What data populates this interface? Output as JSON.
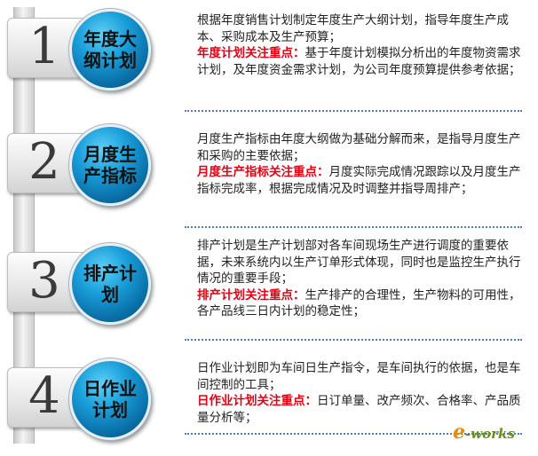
{
  "steps": [
    {
      "number": "1",
      "title": "年度大纲计划",
      "desc_lead": "根据年度销售计划制定年度生产大纲计划，指导年度生产成本、采购成本及生产预算；",
      "focus_label": "年度计划关注重点：",
      "focus_text": "基于年度计划模拟分析出的年度物资需求计划，及年度资金需求计划，为公司年度预算提供参考依据；"
    },
    {
      "number": "2",
      "title": "月度生产指标",
      "desc_lead": "月度生产指标由年度大纲做为基础分解而来，是指导月度生产和采购的主要依据；",
      "focus_label": "月度生产指标关注重点：",
      "focus_text": "月度实际完成情况跟踪以及月度生产指标完成率，根据完成情况及时调整并指导周排产；"
    },
    {
      "number": "3",
      "title": "排产计划",
      "desc_lead": "排产计划是生产计划部对各车间现场生产进行调度的重要依据，未来系统内以生产订单形式体现，同时也是监控生产执行情况的重要手段；",
      "focus_label": "排产计划关注重点：",
      "focus_text": "生产排产的合理性，生产物料的可用性，各产品线三日内计划的稳定性；"
    },
    {
      "number": "4",
      "title": "日作业计划",
      "desc_lead": "日作业计划即为车间日生产指令，是车间执行的依据，也是车间控制的工具；",
      "focus_label": "日作业计划关注重点：",
      "focus_text": "日订单量、改产频次、合格率、产品质量分析等；"
    }
  ],
  "logo": {
    "e": "e",
    "rest": "-works"
  },
  "colors": {
    "accent_red": "#e60012",
    "circle_blue": "#1aa0db",
    "dots_blue": "#4a7fc0"
  }
}
